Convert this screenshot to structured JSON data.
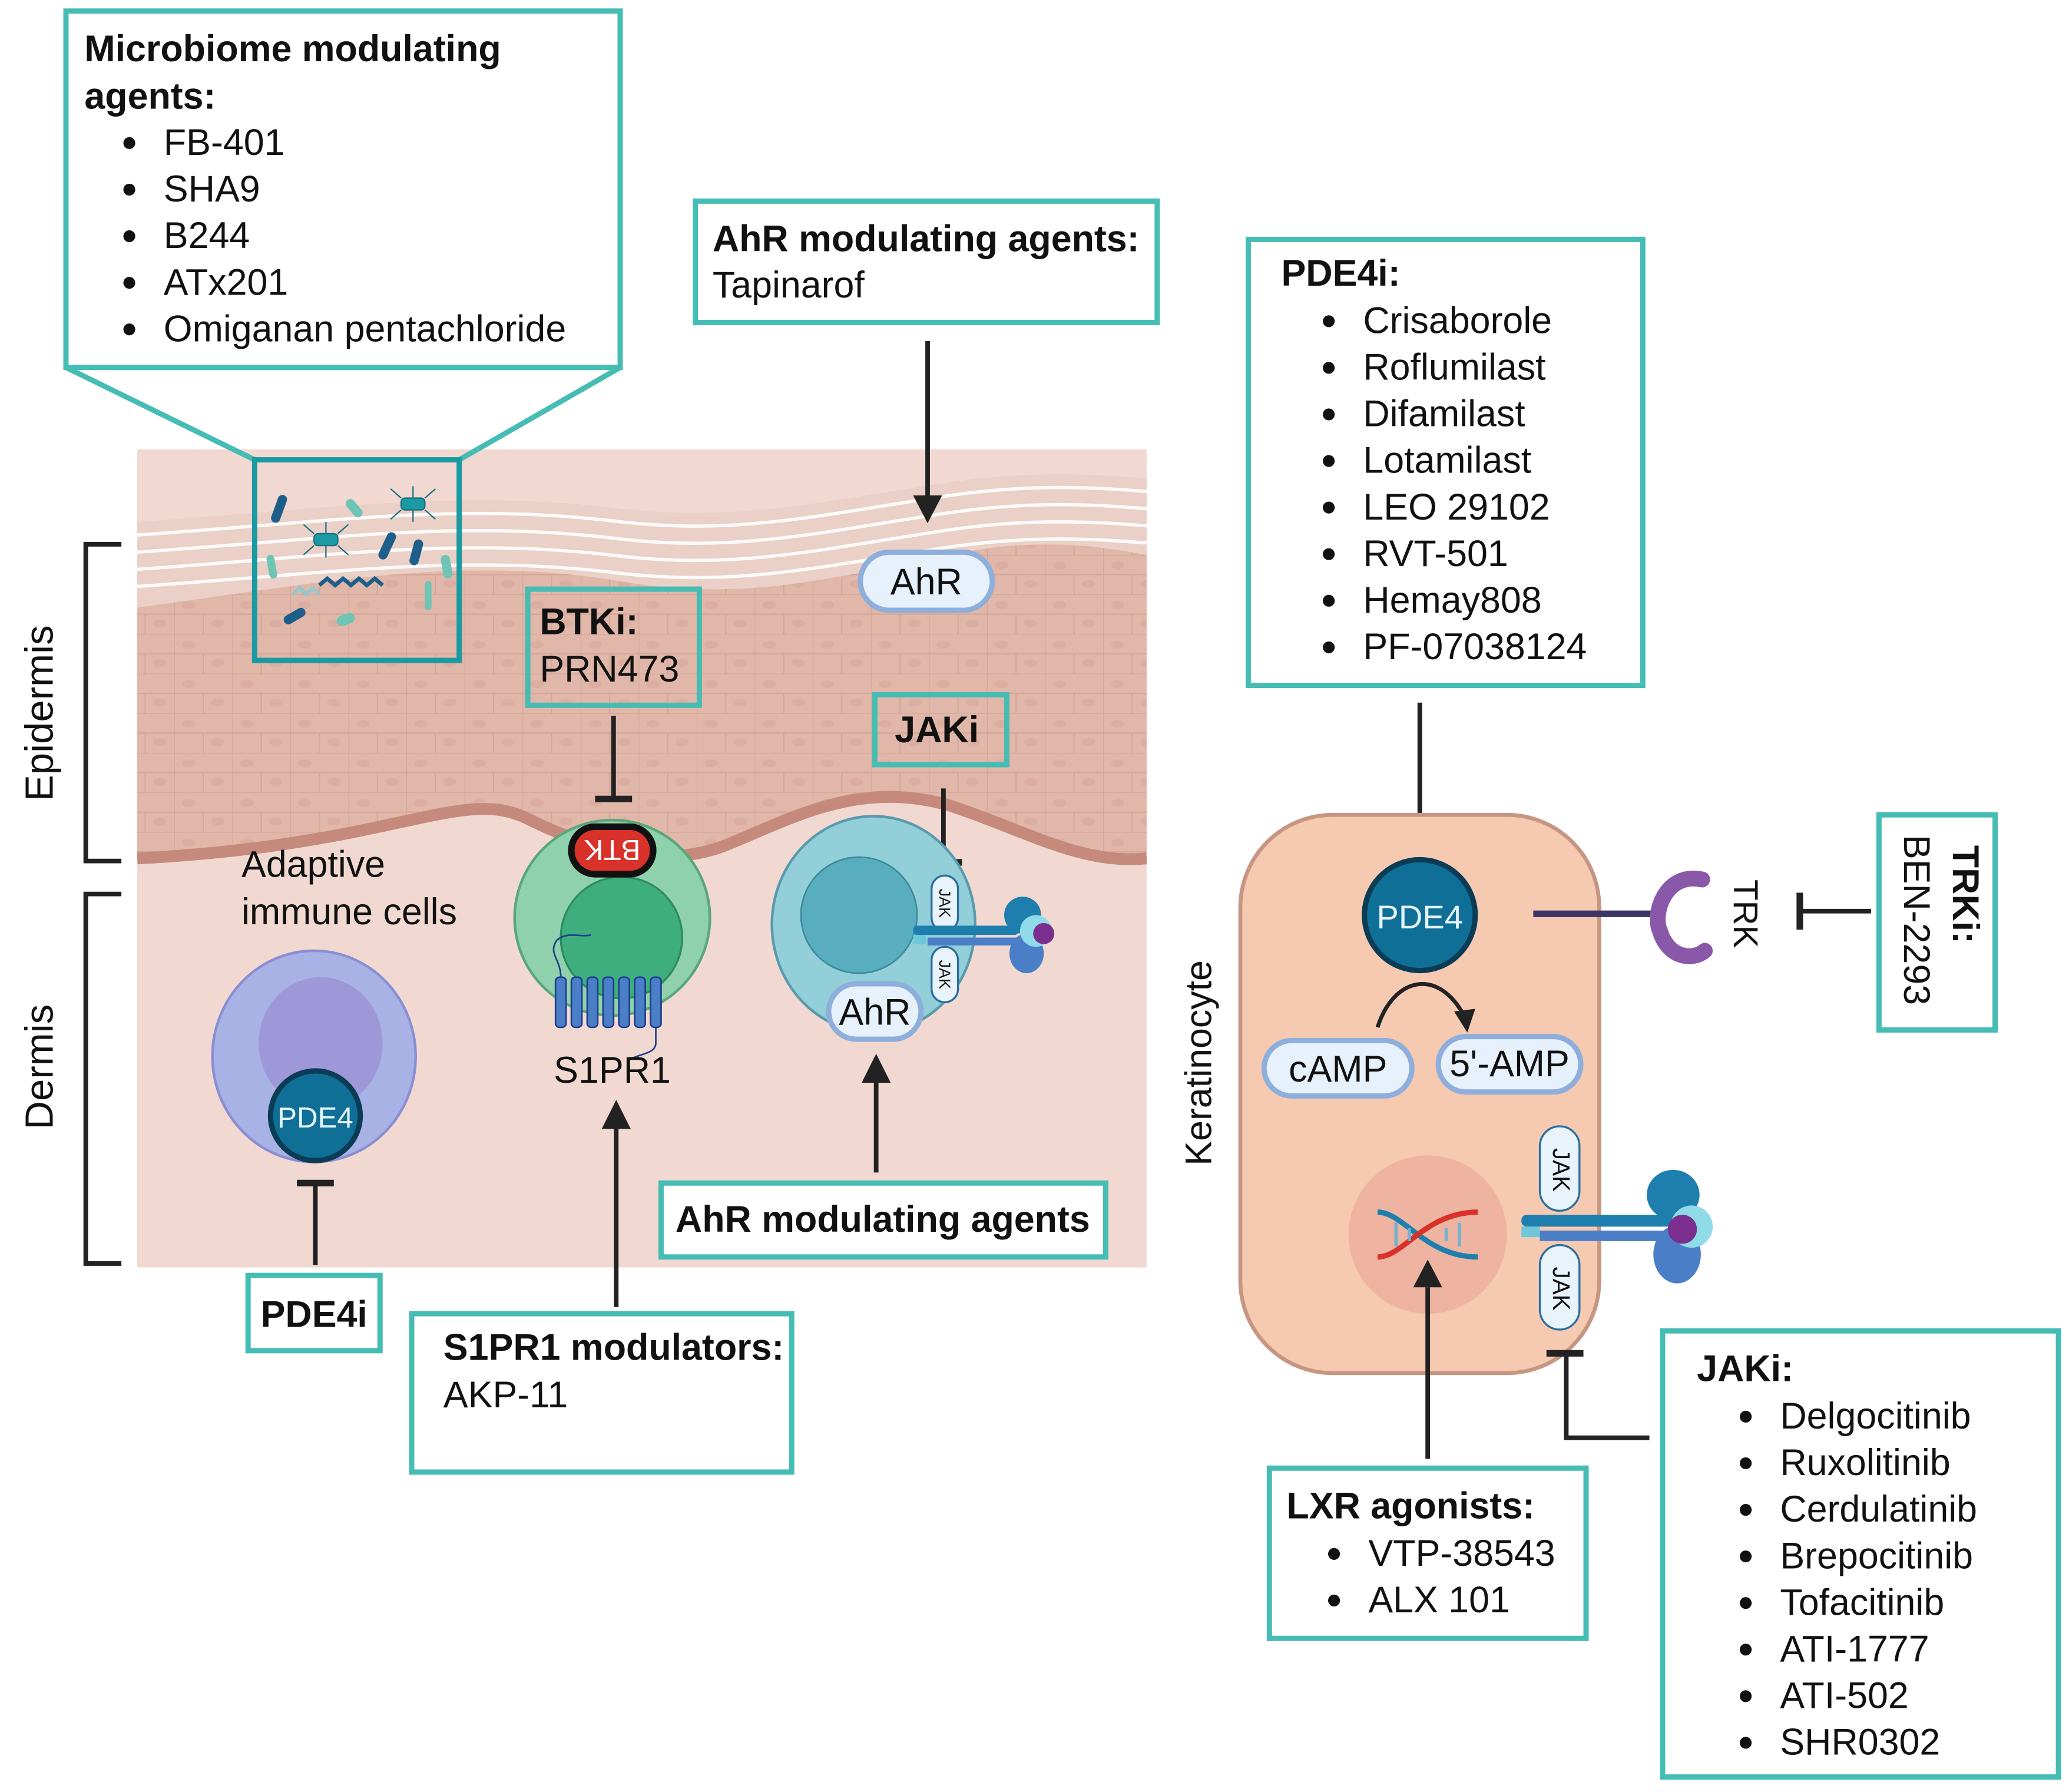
{
  "figure": {
    "layers": {
      "epidermis_label": "Epidermis",
      "dermis_label": "Dermis"
    },
    "microbiome_box": {
      "title": "Microbiome modulating agents:",
      "title_line1": "Microbiome modulating",
      "title_line2": "agents:",
      "items": [
        "FB-401",
        "SHA9",
        "B244",
        "ATx201",
        "Omiganan pentachloride"
      ]
    },
    "ahr_top_box": {
      "title": "AhR modulating agents:",
      "body": "Tapinarof"
    },
    "btki_box": {
      "title": "BTKi:",
      "body": "PRN473"
    },
    "jaki_small_box": {
      "title": "JAKi"
    },
    "ahr_bottom_box": {
      "title": "AhR modulating agents"
    },
    "pde4i_small_box": {
      "title": "PDE4i"
    },
    "s1pr1_box": {
      "title": "S1PR1 modulators:",
      "body": "AKP-11"
    },
    "skin_labels": {
      "adaptive_line1": "Adaptive",
      "adaptive_line2": "immune cells",
      "ahr_epidermis": "AhR",
      "ahr_cell": "AhR",
      "btk": "BTK",
      "s1pr1": "S1PR1",
      "pde4_cell": "PDE4",
      "jak": "JAK"
    },
    "pde4i_box": {
      "title": "PDE4i:",
      "items": [
        "Crisaborole",
        "Roflumilast",
        "Difamilast",
        "Lotamilast",
        "LEO 29102",
        "RVT-501",
        "Hemay808",
        "PF-07038124"
      ]
    },
    "keratinocyte": {
      "label": "Keratinocyte",
      "pde4": "PDE4",
      "camp": "cAMP",
      "amp5": "5'-AMP",
      "jak": "JAK",
      "trk": "TRK"
    },
    "trki_box": {
      "title": "TRKi:",
      "body": "BEN-2293"
    },
    "lxr_box": {
      "title": "LXR agonists:",
      "items": [
        "VTP-38543",
        "ALX 101"
      ]
    },
    "jaki_box": {
      "title": "JAKi:",
      "items": [
        "Delgocitinib",
        "Ruxolitinib",
        "Cerdulatinib",
        "Brepocitinib",
        "Tofacitinib",
        "ATI-1777",
        "ATI-502",
        "SHR0302"
      ]
    },
    "colors": {
      "box_border": "#45bcb4",
      "epidermis": "#e3bfb3",
      "dermis": "#f1d9d2",
      "keratinocyte": "#f6c9b1",
      "pde4": "#0f6f96",
      "btk": "#d8322a",
      "lymph_green": "#8fd1ac",
      "lymph_blue": "#92cfd9",
      "lymph_purple": "#a9b2e4",
      "trk": "#8a58a8"
    }
  }
}
